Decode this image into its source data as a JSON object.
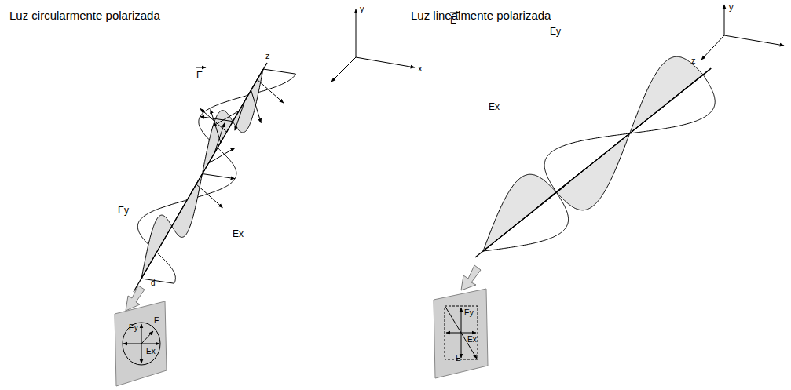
{
  "diagram": {
    "labels": [
      "Luz circularmente polarizada",
      "Luz linealmente polarizada",
      "y",
      "x",
      "E",
      "z",
      "Ey",
      "Ex",
      "d",
      "Ey",
      "E",
      "Ex",
      "y",
      "z",
      "E",
      "Ey",
      "Ex",
      "Ey",
      "Ex",
      "E"
    ]
  }
}
